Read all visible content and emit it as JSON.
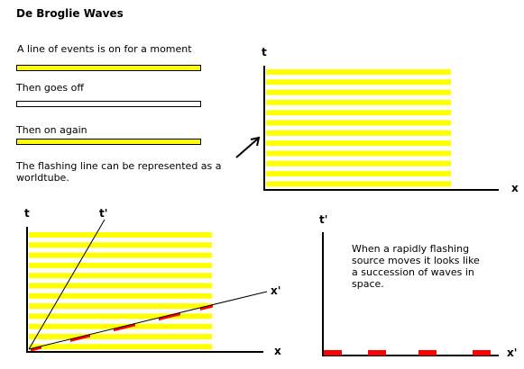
{
  "title": "De Broglie Waves",
  "steps": [
    {
      "text": "A line of events is on for a moment",
      "state": "on"
    },
    {
      "text": "Then goes off",
      "state": "off"
    },
    {
      "text": "Then on again",
      "state": "on"
    }
  ],
  "worldtube_text_1": "The flashing line can be represented as a",
  "worldtube_text_2": "worldtube.",
  "caption_1": "When a rapidly flashing",
  "caption_2": "source moves it looks like",
  "caption_3": "a succession of waves in",
  "caption_4": "space.",
  "axes": {
    "top_t": "t",
    "top_x": "x",
    "bottom_left_t": "t",
    "bottom_left_t_prime": "t'",
    "bottom_left_x_prime": "x'",
    "bottom_left_x": "x",
    "bottom_right_t_prime": "t'",
    "bottom_right_x_prime": "x'"
  },
  "colors": {
    "flash_on": "#ffff00",
    "flash_off": "#ffffff",
    "wave": "#ff0000",
    "axis": "#000000"
  }
}
